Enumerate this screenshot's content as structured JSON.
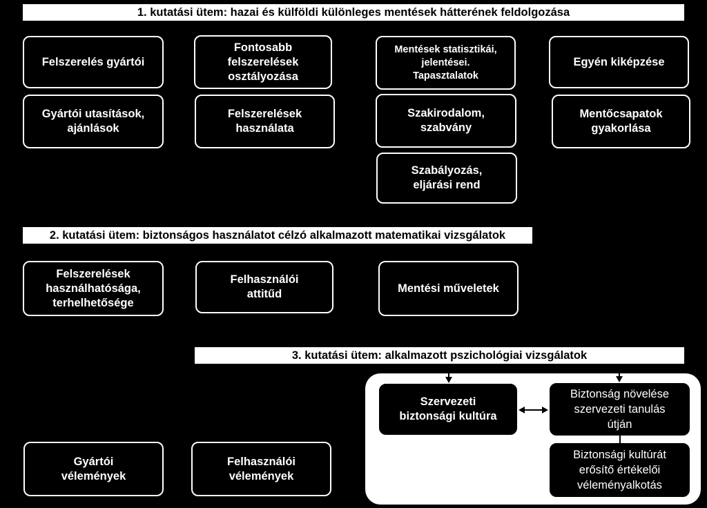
{
  "phase1": {
    "title": "1. kutatási ütem: hazai és külföldi különleges mentések hátterének feldolgozása",
    "boxes": [
      "Felszerelés gyártói",
      "Fontosabb\nfelszerelések\nosztályozása",
      "Mentések statisztikái,\njelentései.\nTapasztalatok",
      "Egyén kiképzése",
      "Gyártói utasítások,\najánlások",
      "Felszerelések\nhasználata",
      "Szakirodalom,\nszabvány",
      "Mentőcsapatok\ngyakorlása",
      "Szabályozás,\neljárási rend"
    ]
  },
  "phase2": {
    "title": "2. kutatási ütem: biztonságos használatot célzó alkalmazott matematikai vizsgálatok",
    "boxes": [
      "Felszerelések\nhasználhatósága,\nterhelhetősége",
      "Felhasználói\nattitűd",
      "Mentési műveletek"
    ]
  },
  "phase3": {
    "title": "3. kutatási ütem: alkalmazott pszichológiai vizsgálatok",
    "boxes": [
      "Gyártói\nvélemények",
      "Felhasználói\nvélemények",
      "Szervezeti\nbiztonsági kultúra",
      "Biztonság növelése\nszervezeti tanulás\nútján",
      "Biztonsági kultúrát\nerősítő értékelői\nvéleményalkotás"
    ]
  }
}
